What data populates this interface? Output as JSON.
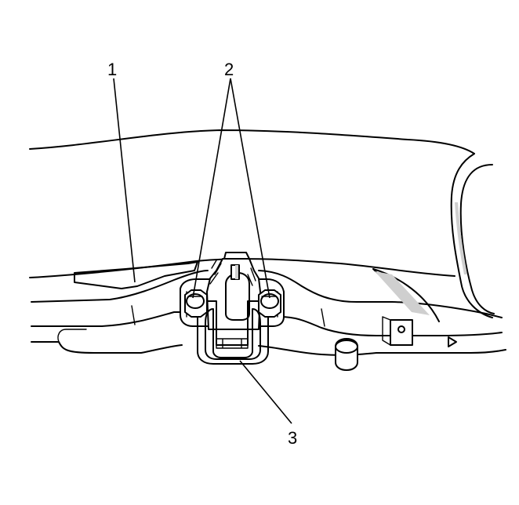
{
  "diagram": {
    "callouts": [
      {
        "id": "callout-1",
        "label": "1"
      },
      {
        "id": "callout-2",
        "label": "2"
      },
      {
        "id": "callout-3",
        "label": "3"
      }
    ],
    "colors": {
      "line": "#000000",
      "fill": "#ffffff",
      "shade": "#cfcfcf"
    }
  }
}
